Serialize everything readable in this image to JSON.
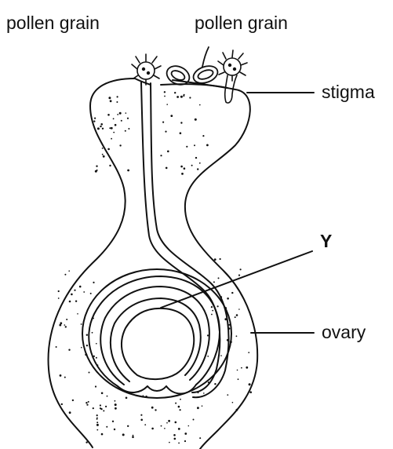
{
  "labels": {
    "pollen_left": "pollen grain",
    "pollen_right": "pollen grain",
    "stigma": "stigma",
    "y": "Y",
    "ovary": "ovary"
  },
  "colors": {
    "stroke": "#111111",
    "fill": "#ffffff"
  }
}
